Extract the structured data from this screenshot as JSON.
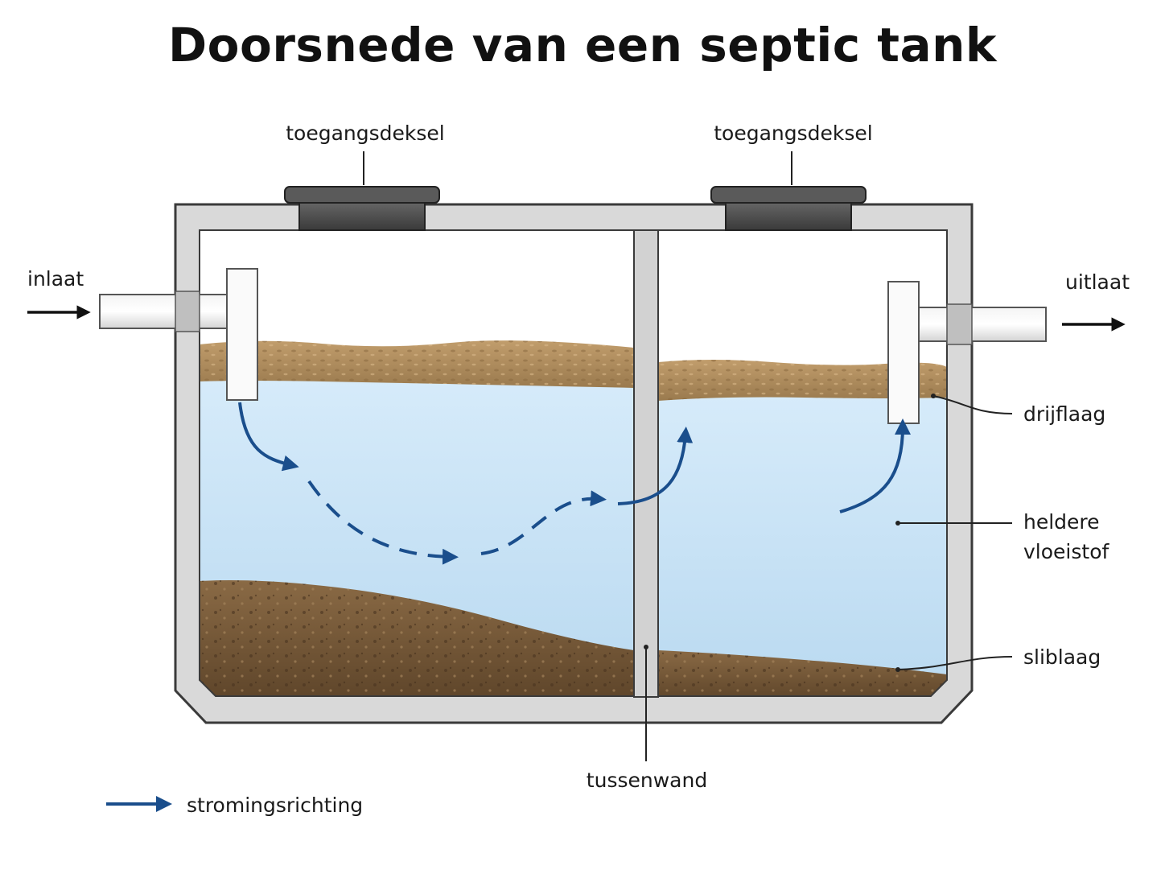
{
  "title": "Doorsnede van een septic tank",
  "labels": {
    "lid_left": "toegangsdeksel",
    "lid_right": "toegangsdeksel",
    "inlet": "inlaat",
    "outlet": "uitlaat",
    "scum": "drijflaag",
    "clear_liquid_line1": "heldere",
    "clear_liquid_line2": "vloeistof",
    "sludge": "sliblaag",
    "baffle": "tussenwand"
  },
  "legend": {
    "flow_label": "stromingsrichting",
    "flow_icon": "arrow-right-icon"
  },
  "colors": {
    "concrete": "#d9d9d9",
    "liquid": "#cfe6f7",
    "scum": "#b08a5a",
    "sludge": "#7a5c3a",
    "flow_arrow": "#1a4e8c",
    "lid": "#4d4d4d"
  }
}
